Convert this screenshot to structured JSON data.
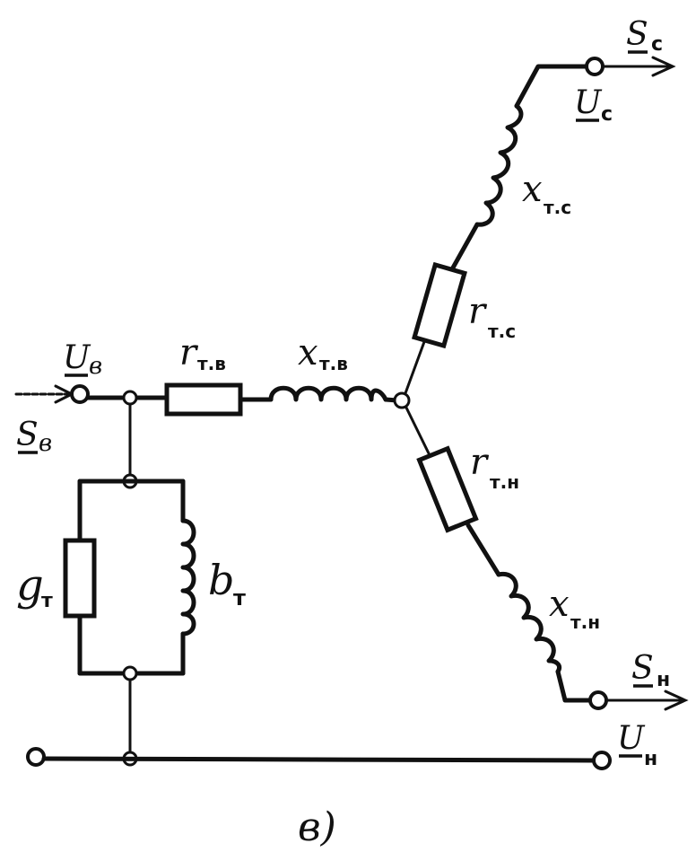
{
  "figure_label": "в)",
  "nodes": {
    "input": {
      "symbol": "U",
      "subscript": "в",
      "flow_symbol": "S",
      "flow_subscript": "в"
    },
    "output_c": {
      "symbol": "U",
      "subscript": "с",
      "flow_symbol": "S",
      "flow_subscript": "с"
    },
    "output_n": {
      "symbol": "U",
      "subscript": "н",
      "flow_symbol": "S",
      "flow_subscript": "н"
    }
  },
  "elements": {
    "r_tv": {
      "symbol": "r",
      "subscript": "т.в"
    },
    "x_tv": {
      "symbol": "x",
      "subscript": "т.в"
    },
    "r_tc": {
      "symbol": "r",
      "subscript": "т.с"
    },
    "x_tc": {
      "symbol": "x",
      "subscript": "т.с"
    },
    "r_tn": {
      "symbol": "r",
      "subscript": "т.н"
    },
    "x_tn": {
      "symbol": "x",
      "subscript": "т.н"
    },
    "g_t": {
      "symbol": "g",
      "subscript": "т"
    },
    "b_t": {
      "symbol": "b",
      "subscript": "т"
    }
  },
  "colors": {
    "ink": "#111111",
    "background": "#ffffff"
  }
}
